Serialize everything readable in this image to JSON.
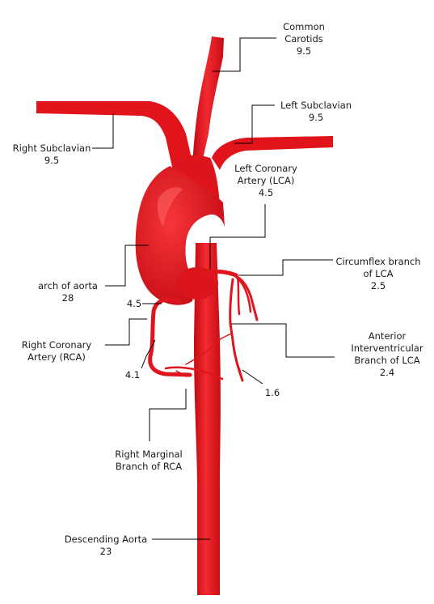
{
  "vessel_color": "#e8141e",
  "labels": {
    "common_carotids": {
      "name": [
        "Common",
        "Carotids"
      ],
      "value": "9.5"
    },
    "left_subclavian": {
      "name": [
        "Left Subclavian"
      ],
      "value": "9.5"
    },
    "right_subclavian": {
      "name": [
        "Right Subclavian"
      ],
      "value": "9.5"
    },
    "lca": {
      "name": [
        "Left Coronary",
        "Artery (LCA)"
      ],
      "value": "4.5"
    },
    "circumflex": {
      "name": [
        "Circumflex branch",
        "of LCA"
      ],
      "value": "2.5"
    },
    "arch": {
      "name": [
        "arch of aorta"
      ],
      "value": "28"
    },
    "rca_origin": {
      "value": "4.5"
    },
    "rca": {
      "name": [
        "Right Coronary",
        "Artery (RCA)"
      ]
    },
    "rca_branch": {
      "value": "4.1"
    },
    "anterior_interventricular": {
      "name": [
        "Anterior",
        "Interventricular",
        "Branch of LCA"
      ],
      "value": "2.4"
    },
    "small_branch": {
      "value": "1.6"
    },
    "right_marginal": {
      "name": [
        "Right Marginal",
        "Branch of RCA"
      ]
    },
    "descending_aorta": {
      "name": [
        "Descending Aorta"
      ],
      "value": "23"
    }
  }
}
